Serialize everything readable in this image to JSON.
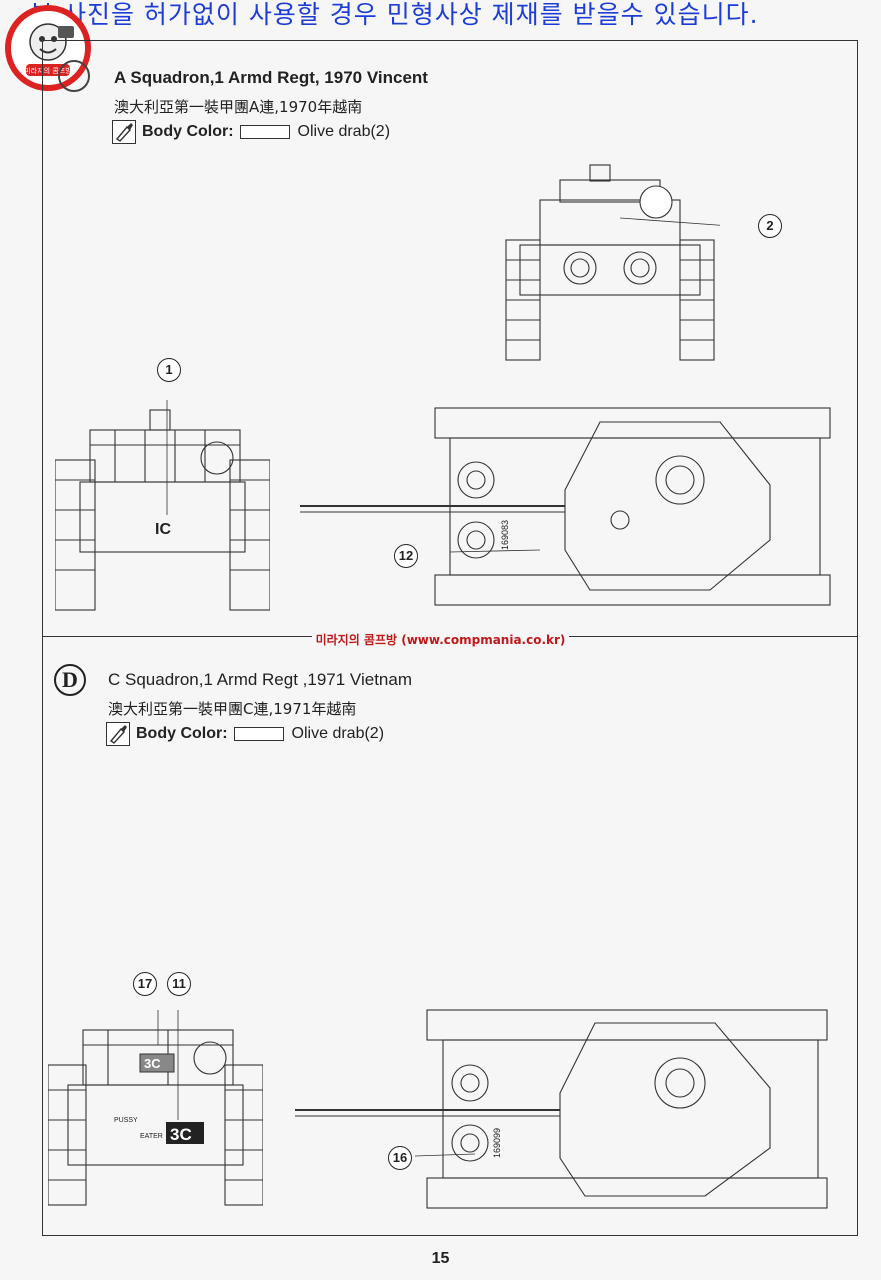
{
  "banner": {
    "text": "본 사진을 허가없이 사용할 경우 민형사상 제재를 받을수 있습니다."
  },
  "logo": {
    "text": "미라지의 콤프방"
  },
  "watermark": {
    "text": "미라지의 콤프방 (www.compmania.co.kr)"
  },
  "sectionC": {
    "title": "A Squadron,1 Armd Regt, 1970 Vincent",
    "title_cjk": "澳大利亞第一裝甲團A連,1970年越南",
    "body_color_label": "Body Color:",
    "color_name": "Olive drab(2)",
    "callouts": [
      "2",
      "1",
      "12"
    ],
    "markings": {
      "turret": "IC",
      "hull_code": "169083"
    }
  },
  "sectionD": {
    "letter": "D",
    "title": "C Squadron,1 Armd Regt ,1971 Vietnam",
    "title_cjk": "澳大利亞第一裝甲團C連,1971年越南",
    "body_color_label": "Body Color:",
    "color_name": "Olive drab(2)",
    "callouts": [
      "17",
      "11",
      "16"
    ],
    "markings": {
      "turret": "3C",
      "hull": "3C",
      "name_line1": "PUSSY",
      "name_line2": "EATER",
      "hull_code": "169099"
    }
  },
  "page": {
    "number": "15"
  },
  "colors": {
    "banner": "#1d3dd6",
    "watermark": "#c01818",
    "line": "#333333"
  }
}
